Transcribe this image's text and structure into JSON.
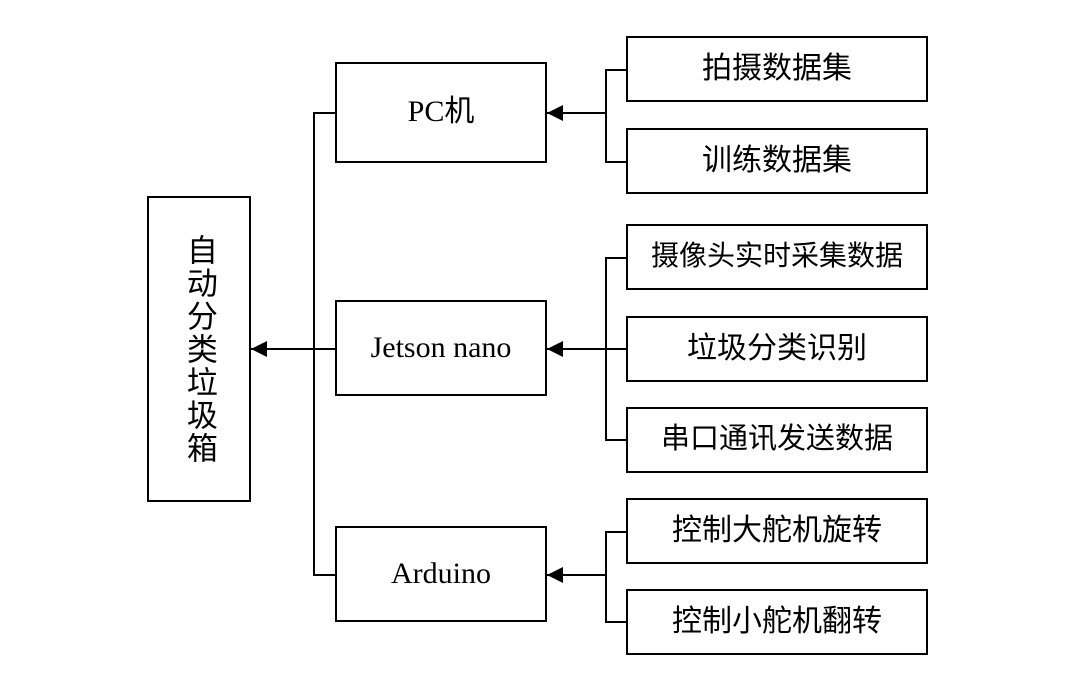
{
  "diagram": {
    "title_text": "",
    "root": {
      "label": "自动分类垃圾箱"
    },
    "stages": [
      {
        "label": "PC机",
        "children": [
          {
            "label": "拍摄数据集"
          },
          {
            "label": "训练数据集"
          }
        ]
      },
      {
        "label": "Jetson nano",
        "children": [
          {
            "label": "摄像头实时采集数据"
          },
          {
            "label": "垃圾分类识别"
          },
          {
            "label": "串口通讯发送数据"
          }
        ]
      },
      {
        "label": "Arduino",
        "children": [
          {
            "label": "控制大舵机旋转"
          },
          {
            "label": "控制小舵机翻转"
          }
        ]
      }
    ],
    "colors": {
      "stroke": "#000000",
      "fill": "#ffffff",
      "text": "#000000"
    }
  }
}
